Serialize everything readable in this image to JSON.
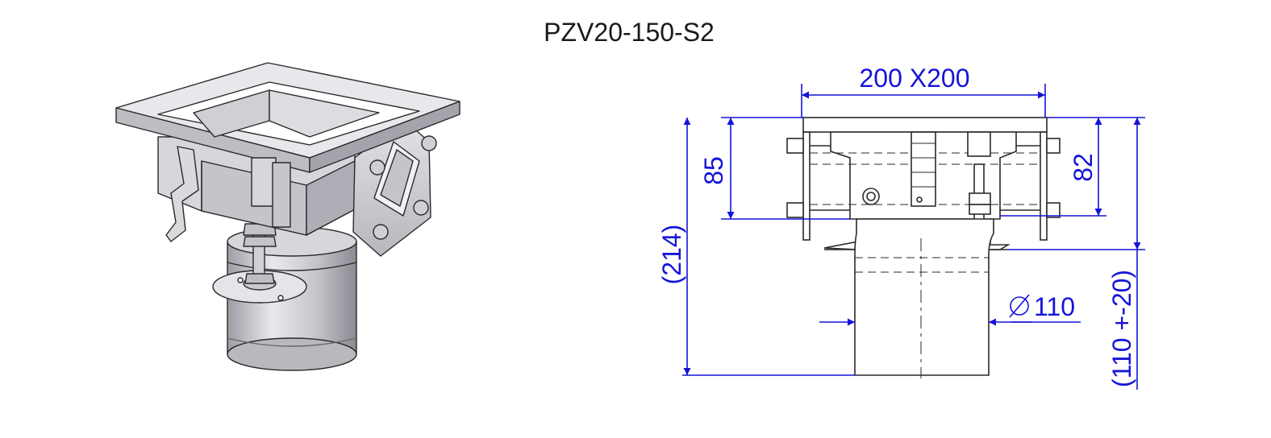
{
  "drawing": {
    "title": "PZV20-150-S2",
    "dimensions": {
      "width": "200 X200",
      "height_left": "85",
      "height_right": "82",
      "total_height": "(214)",
      "diameter": "110",
      "adjust": "(110 +-20)"
    }
  },
  "colors": {
    "dimension": "#1414d8",
    "line": "#2a2a2a",
    "metal_light": "#e6e6ea",
    "metal_mid": "#c8c8ce",
    "metal_dark": "#9a9aa2"
  }
}
